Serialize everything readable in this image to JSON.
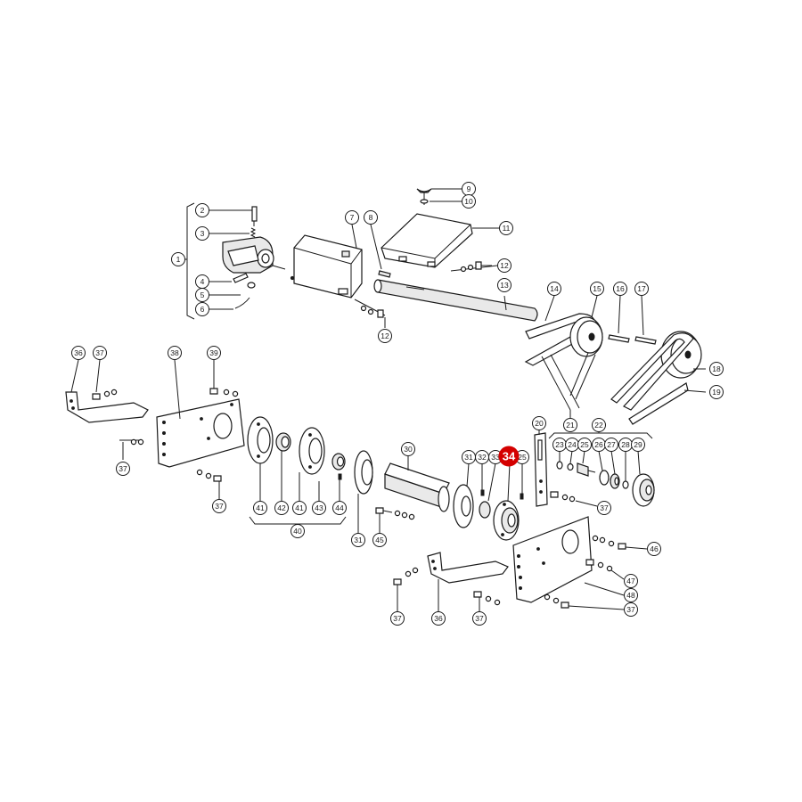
{
  "callouts": {
    "c1": "1",
    "c2": "2",
    "c3": "3",
    "c4": "4",
    "c5": "5",
    "c6": "6",
    "c7": "7",
    "c8": "8",
    "c9": "9",
    "c10": "10",
    "c11": "11",
    "c12a": "12",
    "c12b": "12",
    "c13": "13",
    "c14": "14",
    "c15": "15",
    "c16": "16",
    "c17": "17",
    "c18": "18",
    "c19": "19",
    "c20": "20",
    "c21": "21",
    "c22": "22",
    "c23": "23",
    "c24": "24",
    "c25a": "25",
    "c25b": "25",
    "c26": "26",
    "c27": "27",
    "c28": "28",
    "c29": "29",
    "c30": "30",
    "c31a": "31",
    "c31b": "31",
    "c32": "32",
    "c33": "33",
    "c34": "34",
    "c36a": "36",
    "c36b": "36",
    "c37a": "37",
    "c37b": "37",
    "c37c": "37",
    "c37d": "37",
    "c37e": "37",
    "c37f": "37",
    "c38": "38",
    "c39": "39",
    "c40": "40",
    "c41a": "41",
    "c41b": "41",
    "c42": "42",
    "c43": "43",
    "c44": "44",
    "c45": "45",
    "c46": "46",
    "c47": "47",
    "c48": "48"
  },
  "highlight": {
    "part_number": "34",
    "color": "#d40000"
  },
  "colors": {
    "line": "#1a1a1a",
    "background": "#ffffff"
  }
}
